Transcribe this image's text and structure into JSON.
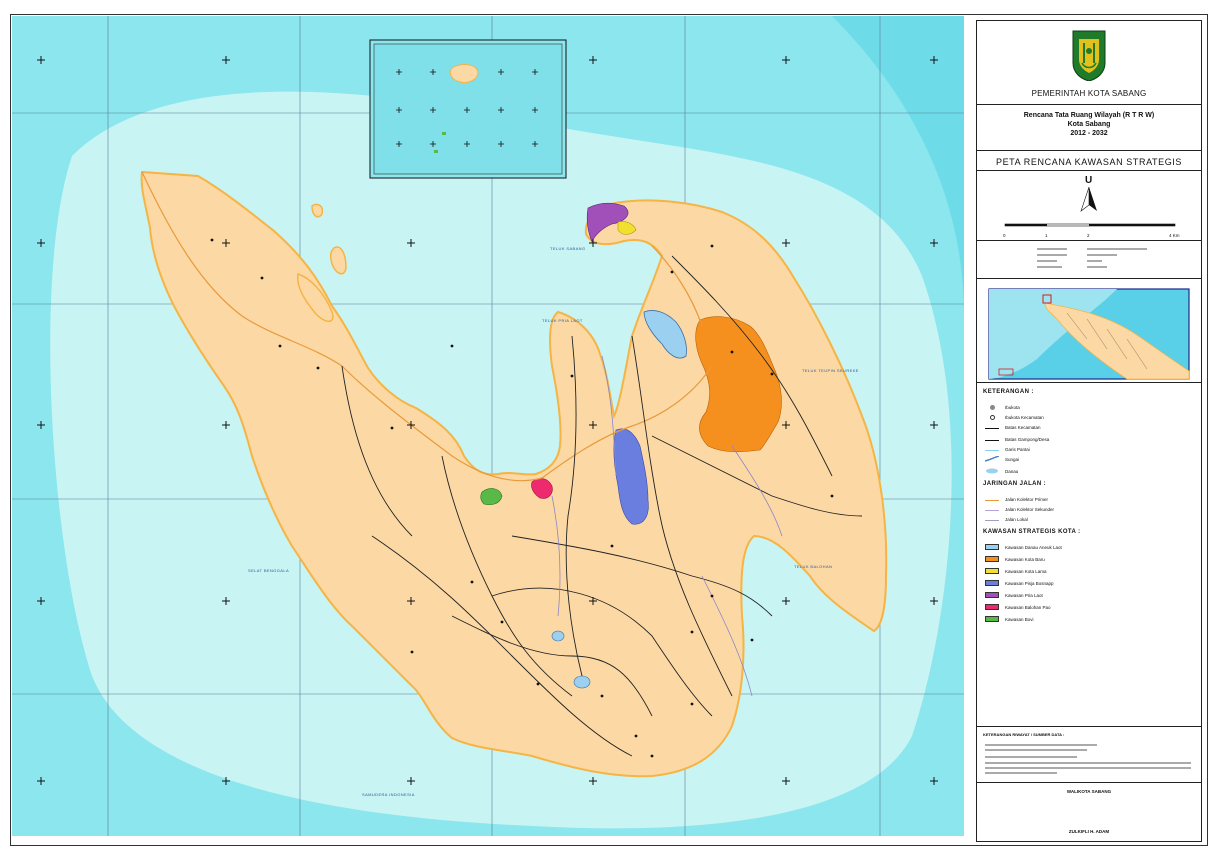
{
  "header": {
    "government": "PEMERINTAH KOTA SABANG",
    "plan_line1": "Rencana Tata Ruang Wilayah (R T R W)",
    "plan_line2": "Kota Sabang",
    "plan_line3": "2012 - 2032",
    "map_title": "PETA RENCANA KAWASAN STRATEGIS"
  },
  "north_arrow": {
    "letter": "U"
  },
  "scale_bar": {
    "ticks": [
      "0",
      "1",
      "2",
      "4 Km"
    ]
  },
  "legend": {
    "keterangan_title": "KETERANGAN :",
    "keterangan_items": [
      {
        "label": "Ibukota",
        "symbol": "grey-dot"
      },
      {
        "label": "Ibukota Kecamatan",
        "symbol": "circle"
      },
      {
        "label": "Batas Kecamatan",
        "symbol": "line"
      },
      {
        "label": "Batas Gampong/Desa",
        "symbol": "line"
      },
      {
        "label": "Garis Pantai",
        "symbol": "coast"
      },
      {
        "label": "Sungai",
        "symbol": "river"
      },
      {
        "label": "Danau",
        "symbol": "lake"
      }
    ],
    "jaringan_title": "JARINGAN JALAN :",
    "jaringan_items": [
      {
        "label": "Jalan Kolektor Primer",
        "color": "#e89a3c"
      },
      {
        "label": "Jalan Kolektor Sekunder",
        "color": "#b8a0d8"
      },
      {
        "label": "Jalan Lokal",
        "color": "#9aa0c8"
      }
    ],
    "kawasan_title": "KAWASAN STRATEGIS KOTA :",
    "kawasan_items": [
      {
        "label": "Kawasan Danau Aneuk Laot",
        "color": "#9cd0f0"
      },
      {
        "label": "Kawasan Kota Baru",
        "color": "#f5901e"
      },
      {
        "label": "Kawasan Kota Lama",
        "color": "#f2e030"
      },
      {
        "label": "Kawasan Pisja Bosnapp",
        "color": "#6a7ee0"
      },
      {
        "label": "Kawasan Pria Laot",
        "color": "#a050b8"
      },
      {
        "label": "Kawasan Balohan Pao",
        "color": "#ee2a6e"
      },
      {
        "label": "Kawasan Bovi",
        "color": "#58b848"
      }
    ]
  },
  "notes": {
    "title": "KETERANGAN RIWAYAT / SUMBER DATA :",
    "footer1": "WALIKOTA SABANG",
    "footer2": "ZULKIFLI H. ADAM"
  },
  "map_labels": {
    "bays": [
      "TELUK SABANG",
      "TELUK PRIA LAOT",
      "TELUK BALOHAN",
      "TELUK TEUPIN SEUREKE"
    ],
    "sea": [
      "SAMUDERA INDONESIA",
      "SELAT BENGGALA"
    ]
  },
  "colors": {
    "sea_light": "#c8f4f4",
    "sea_mid": "#8be6ee",
    "sea_deep": "#6edce8",
    "land": "#fcd9a4",
    "coast": "#f5b445"
  }
}
